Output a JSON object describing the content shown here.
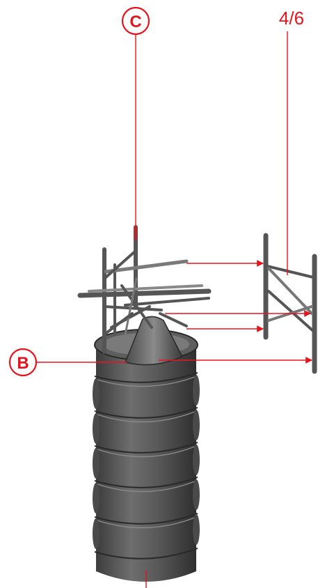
{
  "diagram": {
    "callouts": {
      "top": {
        "letter": "C"
      },
      "left": {
        "letter": "B"
      }
    },
    "step_label": "4/6"
  },
  "colors": {
    "annotation": "#e8141c",
    "metal_dark": "#4a4a4a",
    "metal_mid": "#6b6b6b",
    "metal_light": "#9a9a9a",
    "background": "#ffffff"
  },
  "icons": {
    "parts": [
      "cylindrical-tower-body-icon",
      "lattice-top-frame-icon",
      "side-frame-part-icon",
      "callout-circle-icon",
      "arrow-icon"
    ]
  }
}
